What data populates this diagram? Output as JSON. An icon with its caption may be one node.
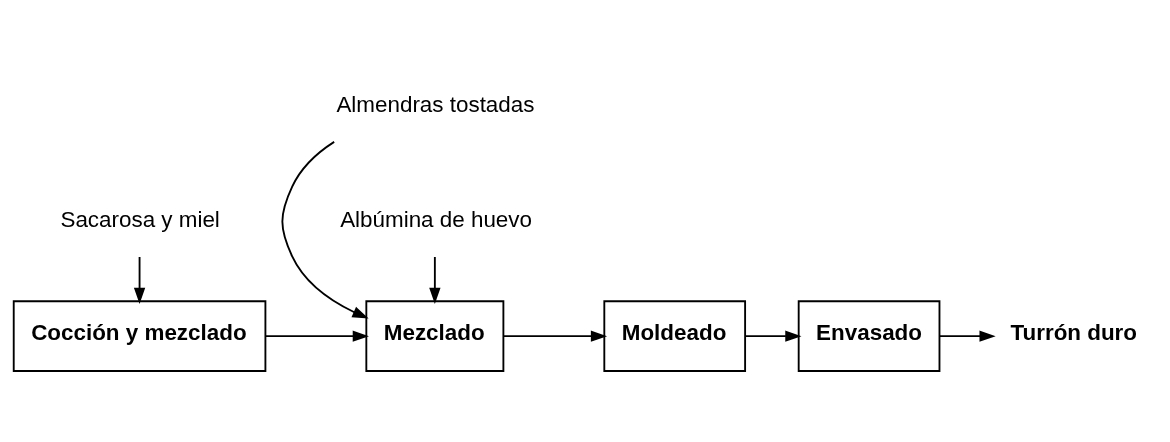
{
  "diagram": {
    "nodes": [
      {
        "text": [
          "Sacarosa y miel"
        ]
      },
      {
        "text": [
          "Cocción y mezclado"
        ]
      },
      {
        "text": [
          "Almendras tostadas"
        ]
      },
      {
        "text": [
          "Mezclado"
        ]
      },
      {
        "text": [
          "Albúmina de huevo"
        ]
      },
      {
        "text": [
          "Moldeado"
        ]
      },
      {
        "text": [
          "Envasado"
        ]
      },
      {
        "text": [
          "Turrón duro"
        ]
      }
    ],
    "edges": [
      {
        "from": 0,
        "to": 1,
        "arrow": "to"
      },
      {
        "from": 2,
        "to": 3,
        "arrow": "to"
      },
      {
        "from": 1,
        "to": 3,
        "arrow": "to"
      },
      {
        "from": 4,
        "to": 3,
        "arrow": "to"
      },
      {
        "from": 3,
        "to": 5,
        "arrow": "to"
      },
      {
        "from": 5,
        "to": 6,
        "arrow": "to"
      },
      {
        "from": 6,
        "to": 7,
        "arrow": "to"
      }
    ]
  }
}
